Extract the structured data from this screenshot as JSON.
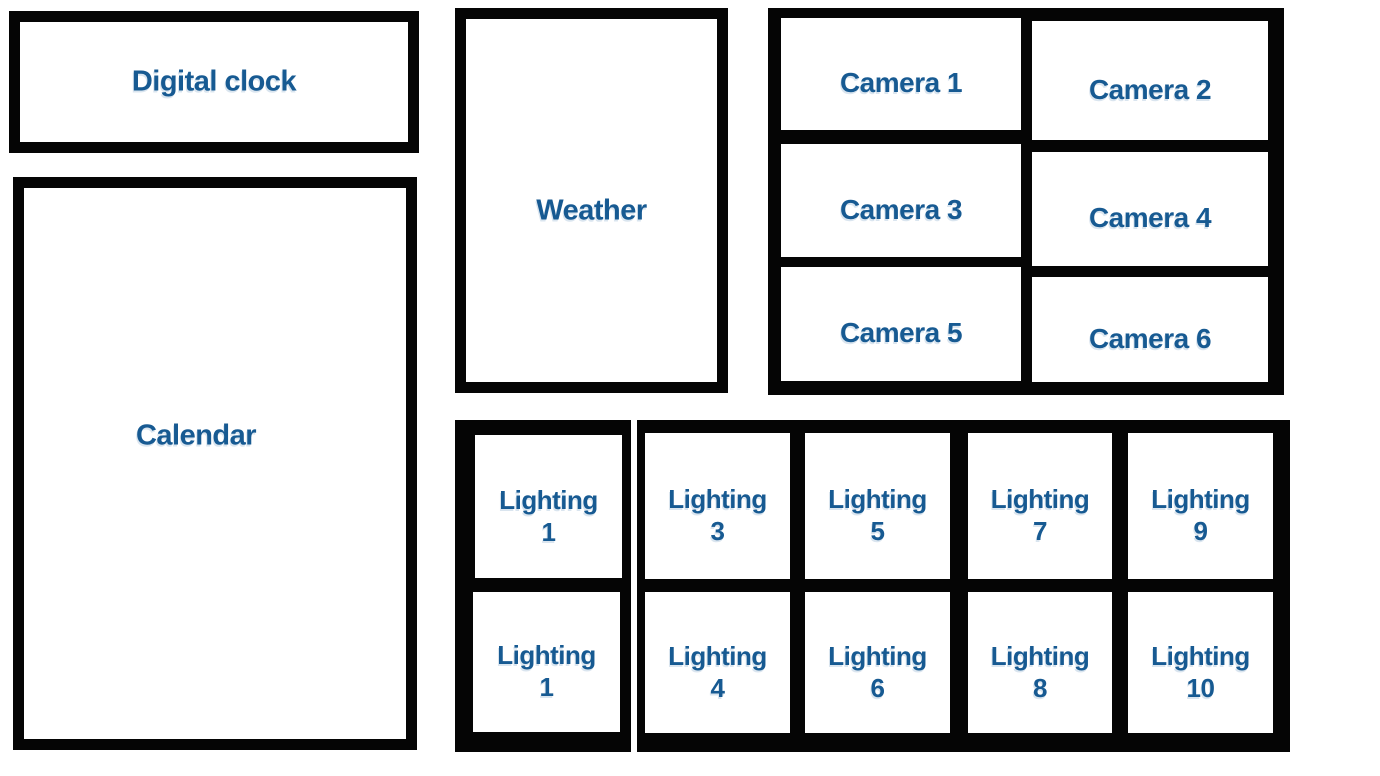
{
  "colors": {
    "label_blue": "#175a92",
    "outline_black": "#050505",
    "background": "#ffffff"
  },
  "widgets": {
    "digital_clock": {
      "label": "Digital clock"
    },
    "calendar": {
      "label": "Calendar"
    },
    "weather": {
      "label": "Weather"
    },
    "cameras": [
      {
        "label": "Camera 1"
      },
      {
        "label": "Camera 2"
      },
      {
        "label": "Camera 3"
      },
      {
        "label": "Camera 4"
      },
      {
        "label": "Camera 5"
      },
      {
        "label": "Camera 6"
      }
    ],
    "lighting": {
      "column1": [
        {
          "word": "Lighting",
          "number": "1"
        },
        {
          "word": "Lighting",
          "number": "1"
        }
      ],
      "grid_top": [
        {
          "word": "Lighting",
          "number": "3"
        },
        {
          "word": "Lighting",
          "number": "5"
        },
        {
          "word": "Lighting",
          "number": "7"
        },
        {
          "word": "Lighting",
          "number": "9"
        }
      ],
      "grid_bottom": [
        {
          "word": "Lighting",
          "number": "4"
        },
        {
          "word": "Lighting",
          "number": "6"
        },
        {
          "word": "Lighting",
          "number": "8"
        },
        {
          "word": "Lighting",
          "number": "10"
        }
      ]
    }
  }
}
